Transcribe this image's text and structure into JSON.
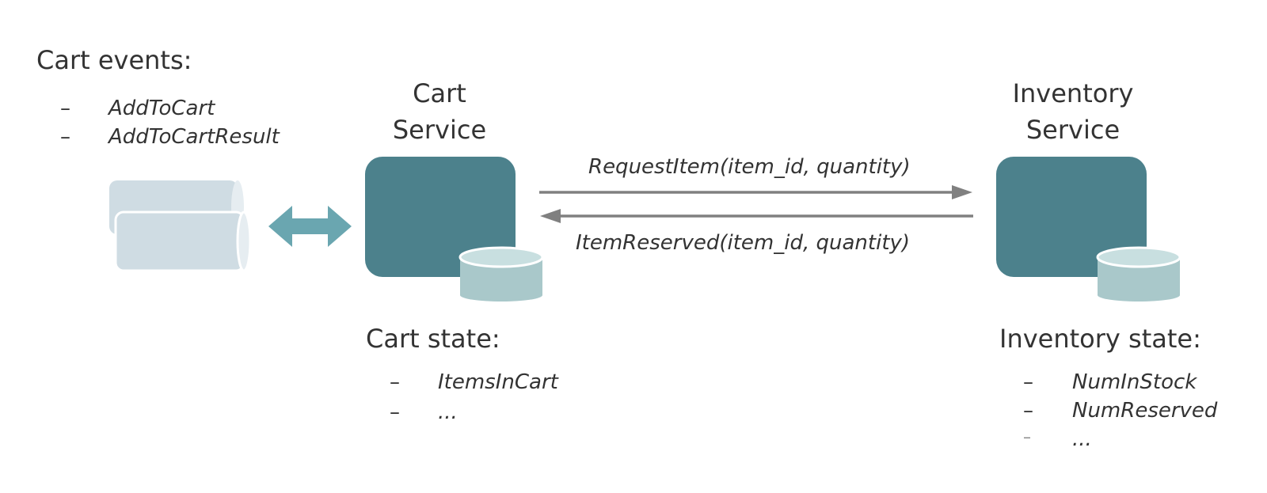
{
  "cart_events": {
    "title": "Cart events:",
    "items": [
      "AddToCart",
      "AddToCartResult"
    ],
    "dash": "–"
  },
  "cart_service": {
    "label_line1": "Cart",
    "label_line2": "Service"
  },
  "inventory_service": {
    "label_line1": "Inventory",
    "label_line2": "Service"
  },
  "messages": {
    "request": "RequestItem(item_id, quantity)",
    "reserved": "ItemReserved(item_id, quantity)"
  },
  "cart_state": {
    "title": "Cart state:",
    "items": [
      "ItemsInCart",
      "..."
    ],
    "dash": "–"
  },
  "inventory_state": {
    "title": "Inventory state:",
    "items": [
      "NumInStock",
      "NumReserved",
      "..."
    ],
    "dash": "–"
  },
  "colors": {
    "service_box": "#4c818c",
    "database_body": "#a9c8ca",
    "database_top": "#c8dfe0",
    "event_log": "#cfdce3",
    "bidirectional_arrow": "#6aa6b0",
    "message_arrow": "#808080"
  }
}
